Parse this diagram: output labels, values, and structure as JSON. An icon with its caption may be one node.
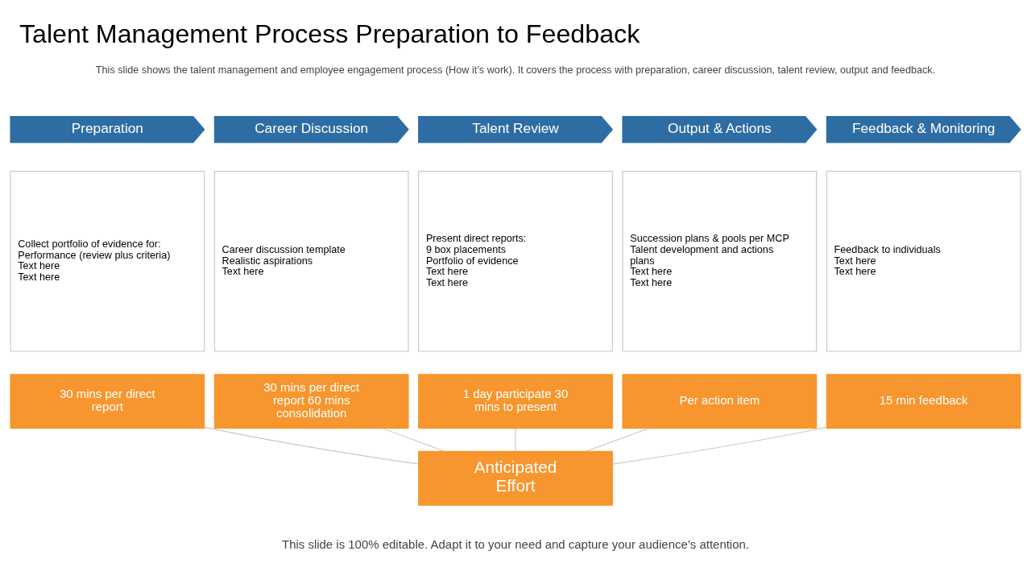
{
  "diagram": {
    "title": "Talent Management Process Preparation to Feedback",
    "caption": "This slide is 100% editable. Adapt it to your need and capture your audience’s attention.",
    "nodes": [
      {
        "text": [
          "Preparation"
        ]
      },
      {
        "text": [
          "Career Discussion"
        ]
      },
      {
        "text": [
          "Talent Review"
        ]
      },
      {
        "text": [
          "Output & Actions"
        ]
      },
      {
        "text": [
          "Feedback & Monitoring"
        ]
      },
      {
        "text": [
          "Collect portfolio of evidence for:",
          "Performance (review plus criteria)",
          "Text here",
          "Text here"
        ]
      },
      {
        "text": [
          "Career discussion template",
          "Realistic aspirations",
          "Text here"
        ]
      },
      {
        "text": [
          "Present direct reports:",
          "9 box placements",
          "Portfolio of evidence",
          "Text here",
          "Text here"
        ]
      },
      {
        "text": [
          "Succession plans & pools per MCP",
          "Talent development and actions plans",
          "Text here",
          "Text here"
        ]
      },
      {
        "text": [
          "Feedback to individuals",
          "Text here",
          "Text here"
        ]
      },
      {
        "text": [
          "30 mins per direct report"
        ]
      },
      {
        "text": [
          "30 mins per direct report 60 mins consolidation"
        ]
      },
      {
        "text": [
          "1 day participate 30 mins to present"
        ]
      },
      {
        "text": [
          "Per action item"
        ]
      },
      {
        "text": [
          "15 min feedback"
        ]
      },
      {
        "text": [
          "Anticipated Effort"
        ]
      }
    ],
    "edges": [
      {
        "from": 10,
        "to": 15,
        "arrow": "none"
      },
      {
        "from": 11,
        "to": 15,
        "arrow": "none"
      },
      {
        "from": 12,
        "to": 15,
        "arrow": "none"
      },
      {
        "from": 13,
        "to": 15,
        "arrow": "none"
      },
      {
        "from": 14,
        "to": 15,
        "arrow": "none"
      }
    ],
    "labels": [
      "This slide shows the talent management and employee engagement process (How it’s work). It covers the process with preparation, career discussion, talent review, output and feedback."
    ]
  }
}
